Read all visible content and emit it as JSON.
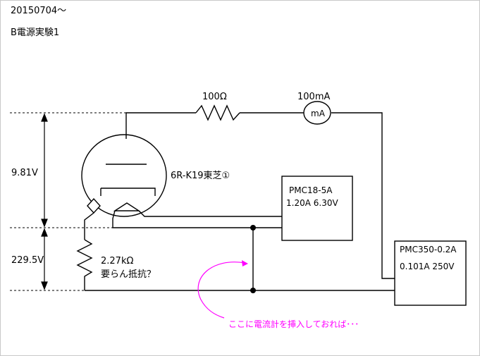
{
  "header": {
    "date": "20150704～",
    "title": "B電源実験1"
  },
  "components": {
    "resistor_top": "100Ω",
    "ammeter_label": "100mA",
    "ammeter_symbol": "mA",
    "tube": "6R-K19東芝①",
    "resistor_bottom_value": "2.27kΩ",
    "resistor_bottom_note": "要らん抵抗？",
    "supply_heater": {
      "model": "PMC18-5A",
      "reading": "1.20A  6.30V"
    },
    "supply_b": {
      "model": "PMC350-0.2A",
      "reading": "0.101A  250V"
    }
  },
  "dimensions": {
    "upper": "9.81V",
    "lower": "229.5V"
  },
  "annotation": "ここに電流計を挿入しておれば･･･",
  "colors": {
    "wire": "#000000",
    "note": "#ff00ff",
    "dashed": "#000000"
  }
}
